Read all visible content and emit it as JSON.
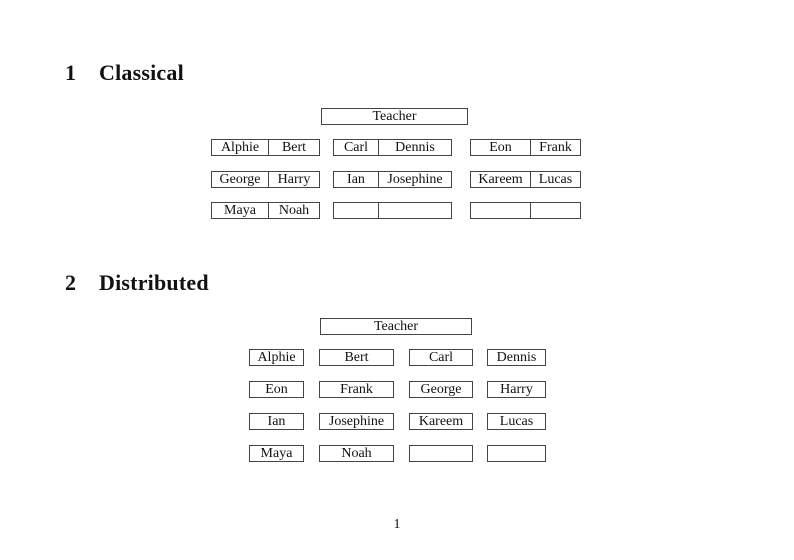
{
  "document": {
    "page_number": "1"
  },
  "colors": {
    "background": "#ffffff",
    "ink": "#111111",
    "border": "#444444"
  },
  "classical": {
    "heading_number": "1",
    "heading_title": "Classical",
    "teacher_label": "Teacher",
    "rows": [
      [
        {
          "l": "Alphie",
          "r": "Bert"
        },
        {
          "l": "Carl",
          "r": "Dennis"
        },
        {
          "l": "Eon",
          "r": "Frank"
        }
      ],
      [
        {
          "l": "George",
          "r": "Harry"
        },
        {
          "l": "Ian",
          "r": "Josephine"
        },
        {
          "l": "Kareem",
          "r": "Lucas"
        }
      ],
      [
        {
          "l": "Maya",
          "r": "Noah"
        },
        {
          "l": "",
          "r": ""
        },
        {
          "l": "",
          "r": ""
        }
      ]
    ]
  },
  "distributed": {
    "heading_number": "2",
    "heading_title": "Distributed",
    "teacher_label": "Teacher",
    "rows": [
      [
        "Alphie",
        "Bert",
        "Carl",
        "Dennis"
      ],
      [
        "Eon",
        "Frank",
        "George",
        "Harry"
      ],
      [
        "Ian",
        "Josephine",
        "Kareem",
        "Lucas"
      ],
      [
        "Maya",
        "Noah",
        "",
        ""
      ]
    ]
  }
}
